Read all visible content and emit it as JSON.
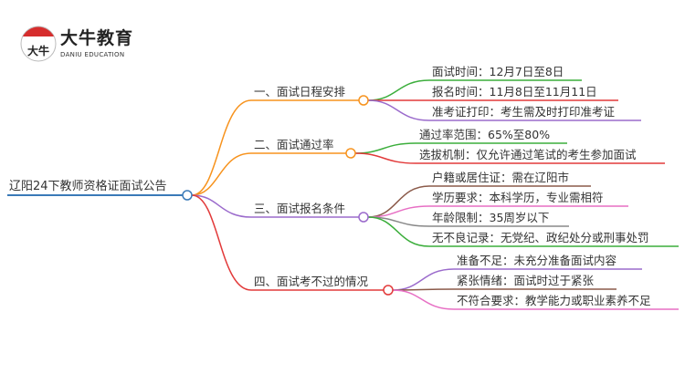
{
  "logo": {
    "name": "大牛教育",
    "subtitle": "DANIU EDUCATION",
    "mark": "大牛"
  },
  "root": {
    "label": "辽阳24下教师资格证面试公告"
  },
  "branches": [
    {
      "label": "一、面试日程安排",
      "color": "#f7931e",
      "items": [
        "面试时间：12月7日至8日",
        "报名时间：11月8日至11月11日",
        "准考证打印：考生需及时打印准考证"
      ]
    },
    {
      "label": "二、面试通过率",
      "color": "#f7931e",
      "items": [
        "通过率范围：65%至80%",
        "选拔机制：仅允许通过笔试的考生参加面试"
      ]
    },
    {
      "label": "三、面试报名条件",
      "color": "#9b6bcc",
      "items": [
        "户籍或居住证：需在辽阳市",
        "学历要求：本科学历，专业需相符",
        "年龄限制：35周岁以下",
        "无不良记录：无党纪、政纪处分或刑事处罚"
      ]
    },
    {
      "label": "四、面试考不过的情况",
      "color": "#e23a3a",
      "items": [
        "准备不足：未充分准备面试内容",
        "紧张情绪：面试时过于紧张",
        "不符合要求：教学能力或职业素养不足"
      ]
    }
  ],
  "colors": {
    "root": "#3a7ab8",
    "green": "#3cae3c",
    "red": "#e23a3a",
    "purple": "#9b6bcc",
    "brown": "#8b5a4a",
    "pink": "#e76fc4",
    "gray": "#888888"
  }
}
